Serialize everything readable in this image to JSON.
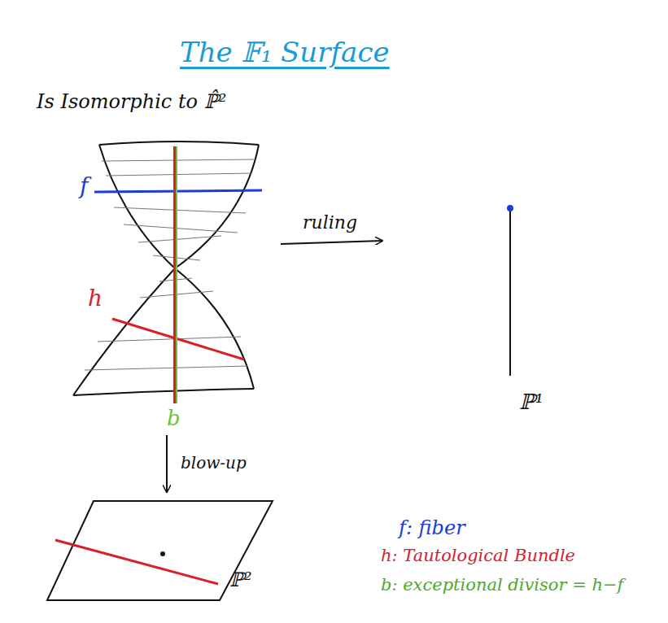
{
  "diagram": {
    "title": "The 𝔽₁ Surface",
    "labels": [
      "Is Isomorphic to ℙ̂²",
      "f",
      "ruling",
      "h",
      "b",
      "ℙ¹",
      "blow-up",
      "ℙ²",
      "f: fiber",
      "h: Tautological Bundle",
      "b: exceptional divisor = h−f"
    ]
  }
}
